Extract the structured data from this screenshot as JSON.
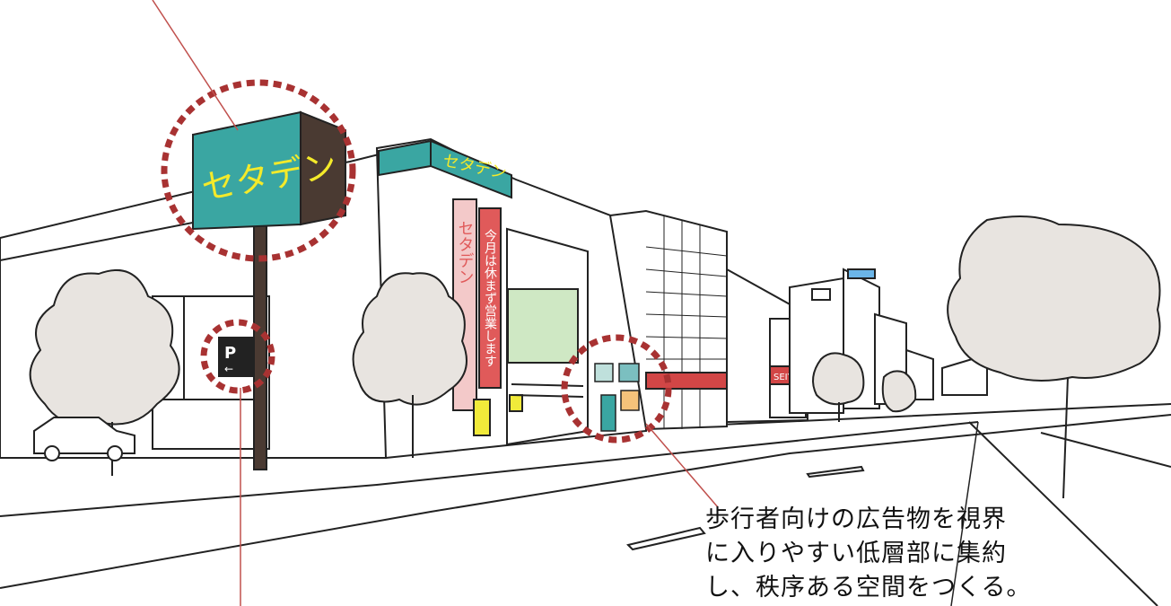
{
  "palette": {
    "tree_fill": "#e8e4e0",
    "sign_teal": "#3aa6a2",
    "sign_text": "#f4ea2a",
    "pole": "#4a3a32",
    "highlight_circle": "#a83232",
    "leader_line": "#c0504d",
    "banner_red": "#e05a5a",
    "banner_pink": "#f3c9c9"
  },
  "signs": {
    "pole_sign_text": "セタデン",
    "roof_sign_text": "セタデン",
    "parking_letter": "P",
    "parking_arrow": "←"
  },
  "banners": {
    "left_banner": "セタデン",
    "right_banner": "今月は休まず営業します"
  },
  "store_sign": "SEIYU'S",
  "annotation": {
    "lines": [
      "歩行者向けの広告物を視界",
      "に入りやすい低層部に集約",
      "し、秩序ある空間をつくる。"
    ]
  }
}
